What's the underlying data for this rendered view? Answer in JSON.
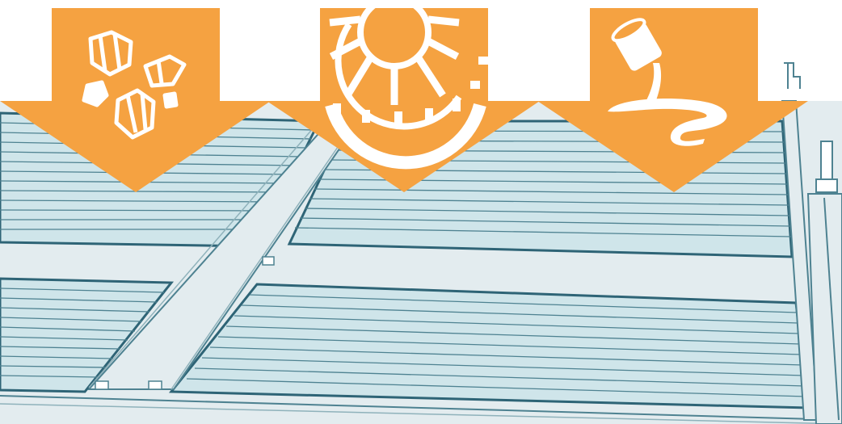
{
  "colors": {
    "accent": "#F5A241",
    "icon_fill": "#FFFFFF",
    "background": "#FFFFFF",
    "panel_light": "#E3ECEF",
    "panel_water": "#CFE5EA",
    "stroke_dark": "#2E6476",
    "stroke_mid": "#4E8291",
    "stroke_light": "#8FB2BB"
  },
  "markers": [
    {
      "name": "rocks-marker",
      "icon": "rocks-icon"
    },
    {
      "name": "gear-wheel-marker",
      "icon": "gear-wheel-icon"
    },
    {
      "name": "pouring-liquid-marker",
      "icon": "pouring-liquid-icon"
    }
  ]
}
